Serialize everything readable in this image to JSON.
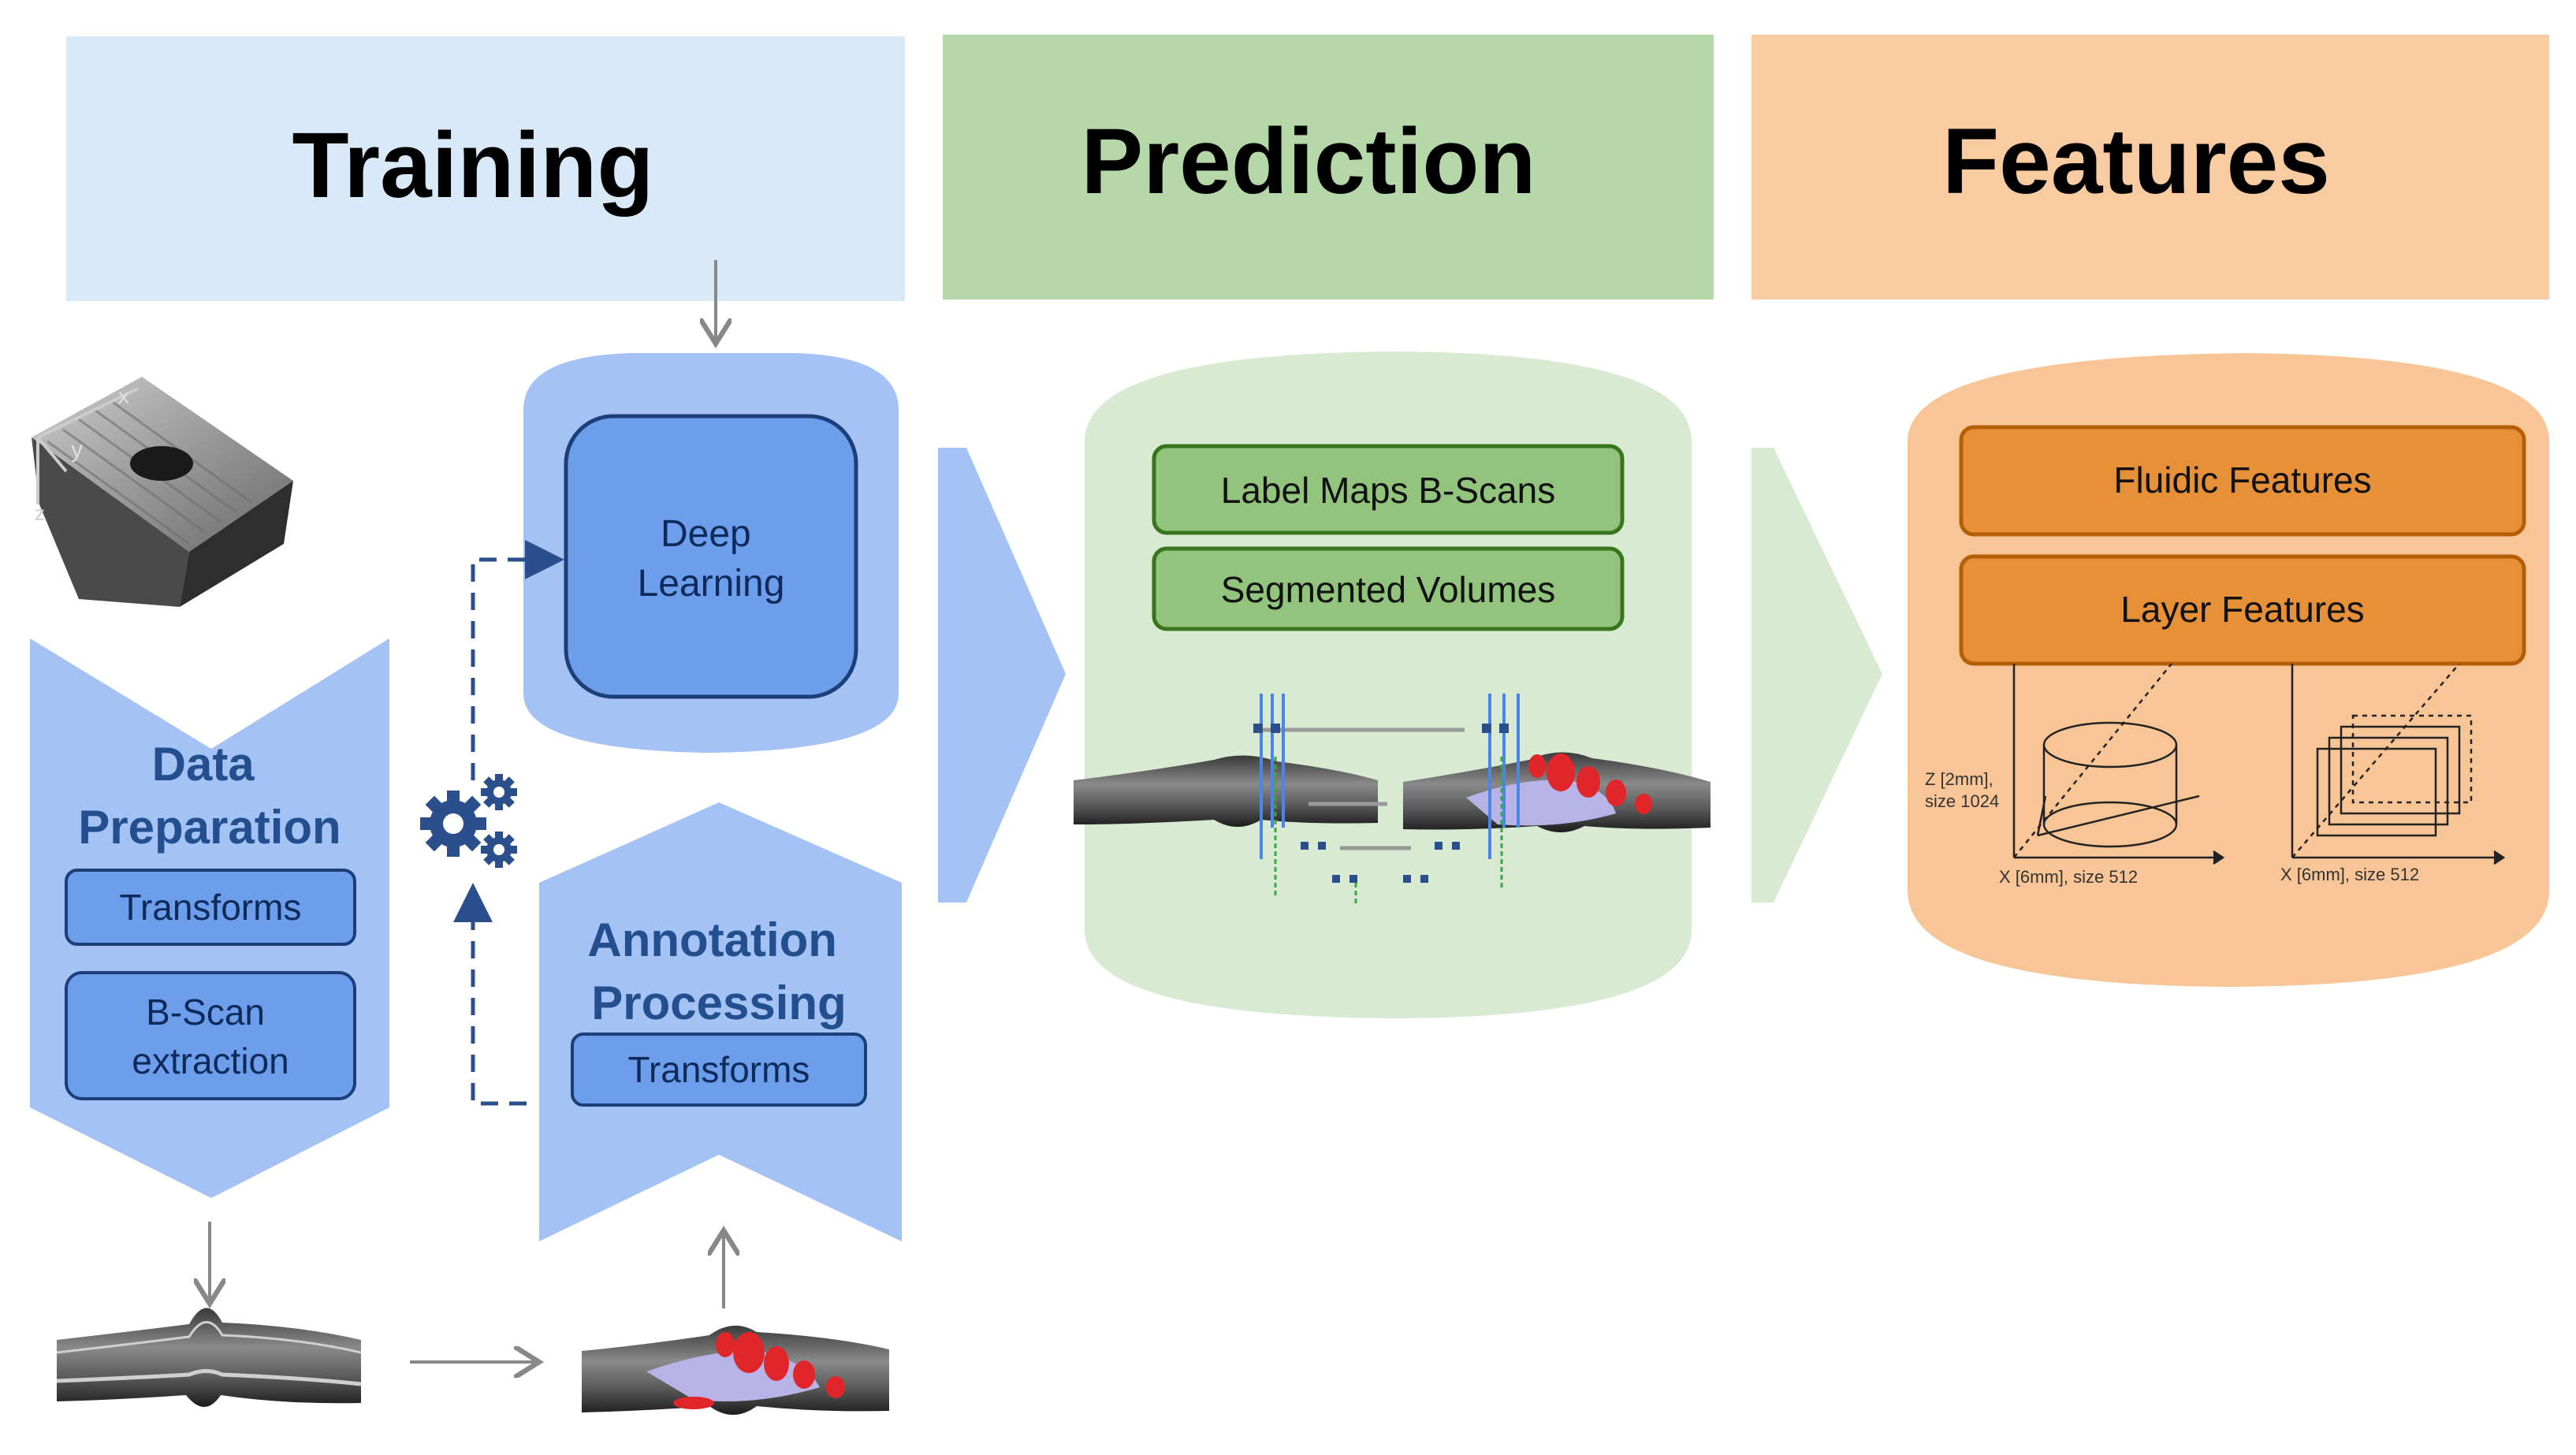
{
  "headers": {
    "training": "Training",
    "prediction": "Prediction",
    "features": "Features"
  },
  "training": {
    "deep_learning": [
      "Deep",
      "Learning"
    ],
    "data_preparation": {
      "title": [
        "Data",
        "Preparation"
      ],
      "transforms": "Transforms",
      "bscan": [
        "B-Scan",
        "extraction"
      ]
    },
    "annotation_processing": {
      "title": [
        "Annotation",
        "Processing"
      ],
      "transforms": "Transforms"
    }
  },
  "prediction": {
    "label_maps": "Label Maps B-Scans",
    "segmented_volumes": "Segmented Volumes"
  },
  "features": {
    "fluidic": "Fluidic Features",
    "layer": "Layer Features",
    "left_z_axis": [
      "Z [2mm],",
      "size 1024"
    ],
    "left_x_axis": "X [6mm], size 512",
    "right_x_axis": "X [6mm], size 512"
  },
  "icons": {
    "gears": "gears-icon",
    "volume": "oct-volume-icon"
  },
  "colors": {
    "training_header": "#d9e9f8",
    "prediction_header": "#b6d7a8",
    "features_header": "#f8cba0",
    "training_fill": "#a4c2f4",
    "training_inner": "#6d9eeb",
    "training_text": "#244f8f",
    "prediction_fill": "#d9ead3",
    "prediction_box": "#93c47d",
    "prediction_border": "#38761d",
    "features_fill": "#f8c596",
    "features_box": "#e69138",
    "features_border": "#b45f06"
  }
}
